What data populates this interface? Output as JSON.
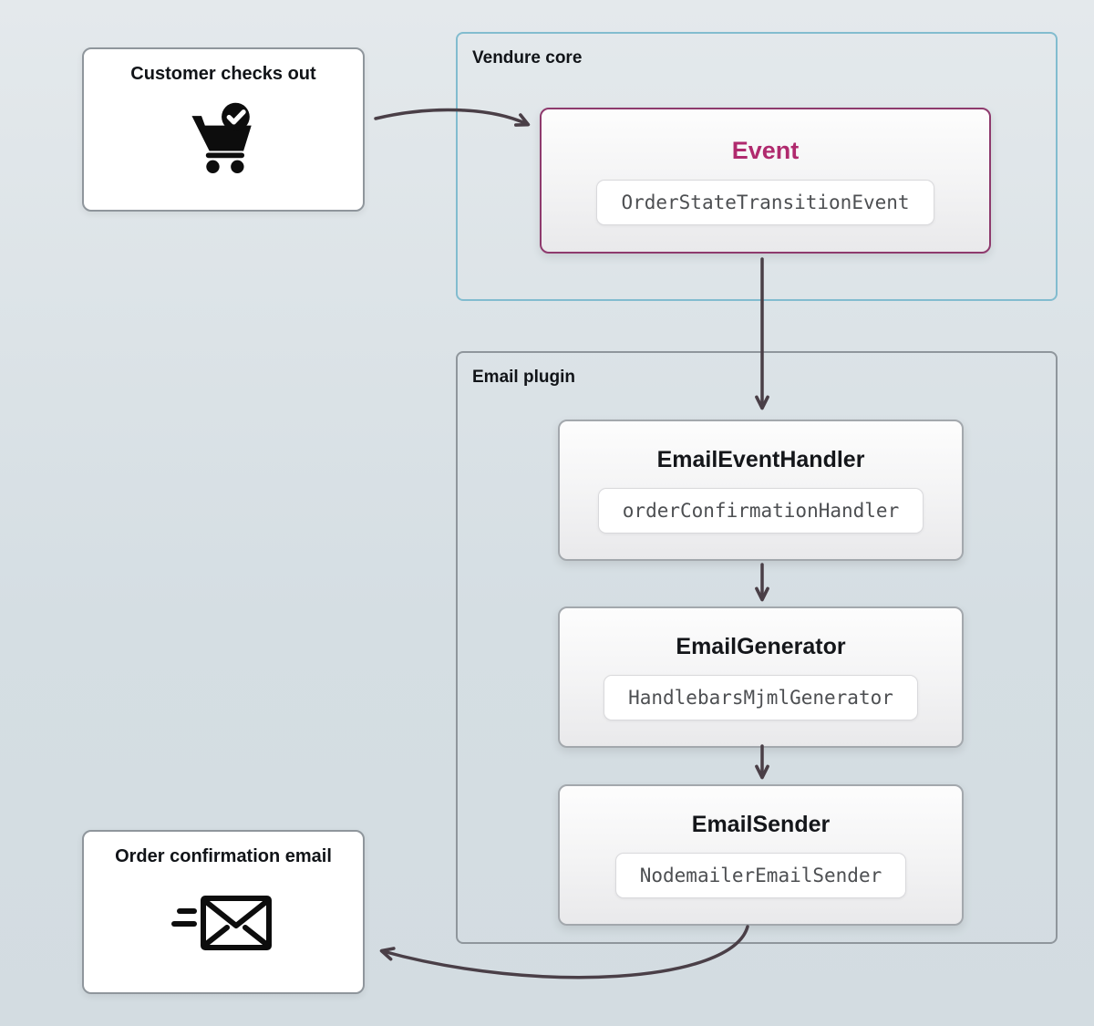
{
  "diagram": {
    "customer_card": {
      "title": "Customer checks out",
      "icon": "cart-check-icon"
    },
    "vendure_core": {
      "label": "Vendure core",
      "event_box": {
        "title": "Event",
        "chip": "OrderStateTransitionEvent"
      }
    },
    "email_plugin": {
      "label": "Email plugin",
      "boxes": [
        {
          "title": "EmailEventHandler",
          "chip": "orderConfirmationHandler"
        },
        {
          "title": "EmailGenerator",
          "chip": "HandlebarsMjmlGenerator"
        },
        {
          "title": "EmailSender",
          "chip": "NodemailerEmailSender"
        }
      ]
    },
    "email_card": {
      "title": "Order confirmation email",
      "icon": "send-email-icon"
    },
    "colors": {
      "event_accent": "#b02a6e",
      "event_border": "#8e3a6d",
      "vendure_container_border": "#82bccf",
      "plugin_container_border": "#8f969c",
      "arrow": "#4a3f47",
      "chip_text": "#4d4f52"
    }
  }
}
